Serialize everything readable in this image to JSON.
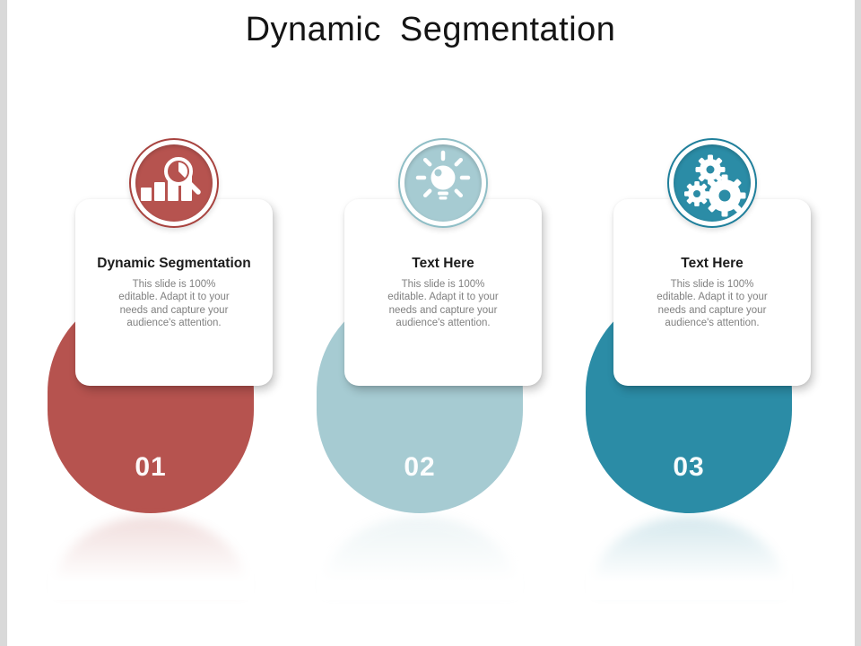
{
  "title": "Dynamic Segmentation",
  "columns": [
    {
      "number": "01",
      "heading": "Dynamic Segmentation",
      "body": "This slide is 100% editable. Adapt it to your needs and capture your audience's attention.",
      "icon": "bar-chart-magnifier-icon",
      "color": "#B6534F",
      "ring_color": "#A8433F"
    },
    {
      "number": "02",
      "heading": "Text Here",
      "body": "This slide is 100% editable. Adapt it to your needs and capture your audience's attention.",
      "icon": "lightbulb-icon",
      "color": "#A6CBD2",
      "ring_color": "#8FBEC6"
    },
    {
      "number": "03",
      "heading": "Text Here",
      "body": "This slide is 100% editable. Adapt it to your needs and capture your audience's attention.",
      "icon": "gears-icon",
      "color": "#2B8CA6",
      "ring_color": "#1F7F9B"
    }
  ],
  "edge_strip_color": "#D9D9D9"
}
